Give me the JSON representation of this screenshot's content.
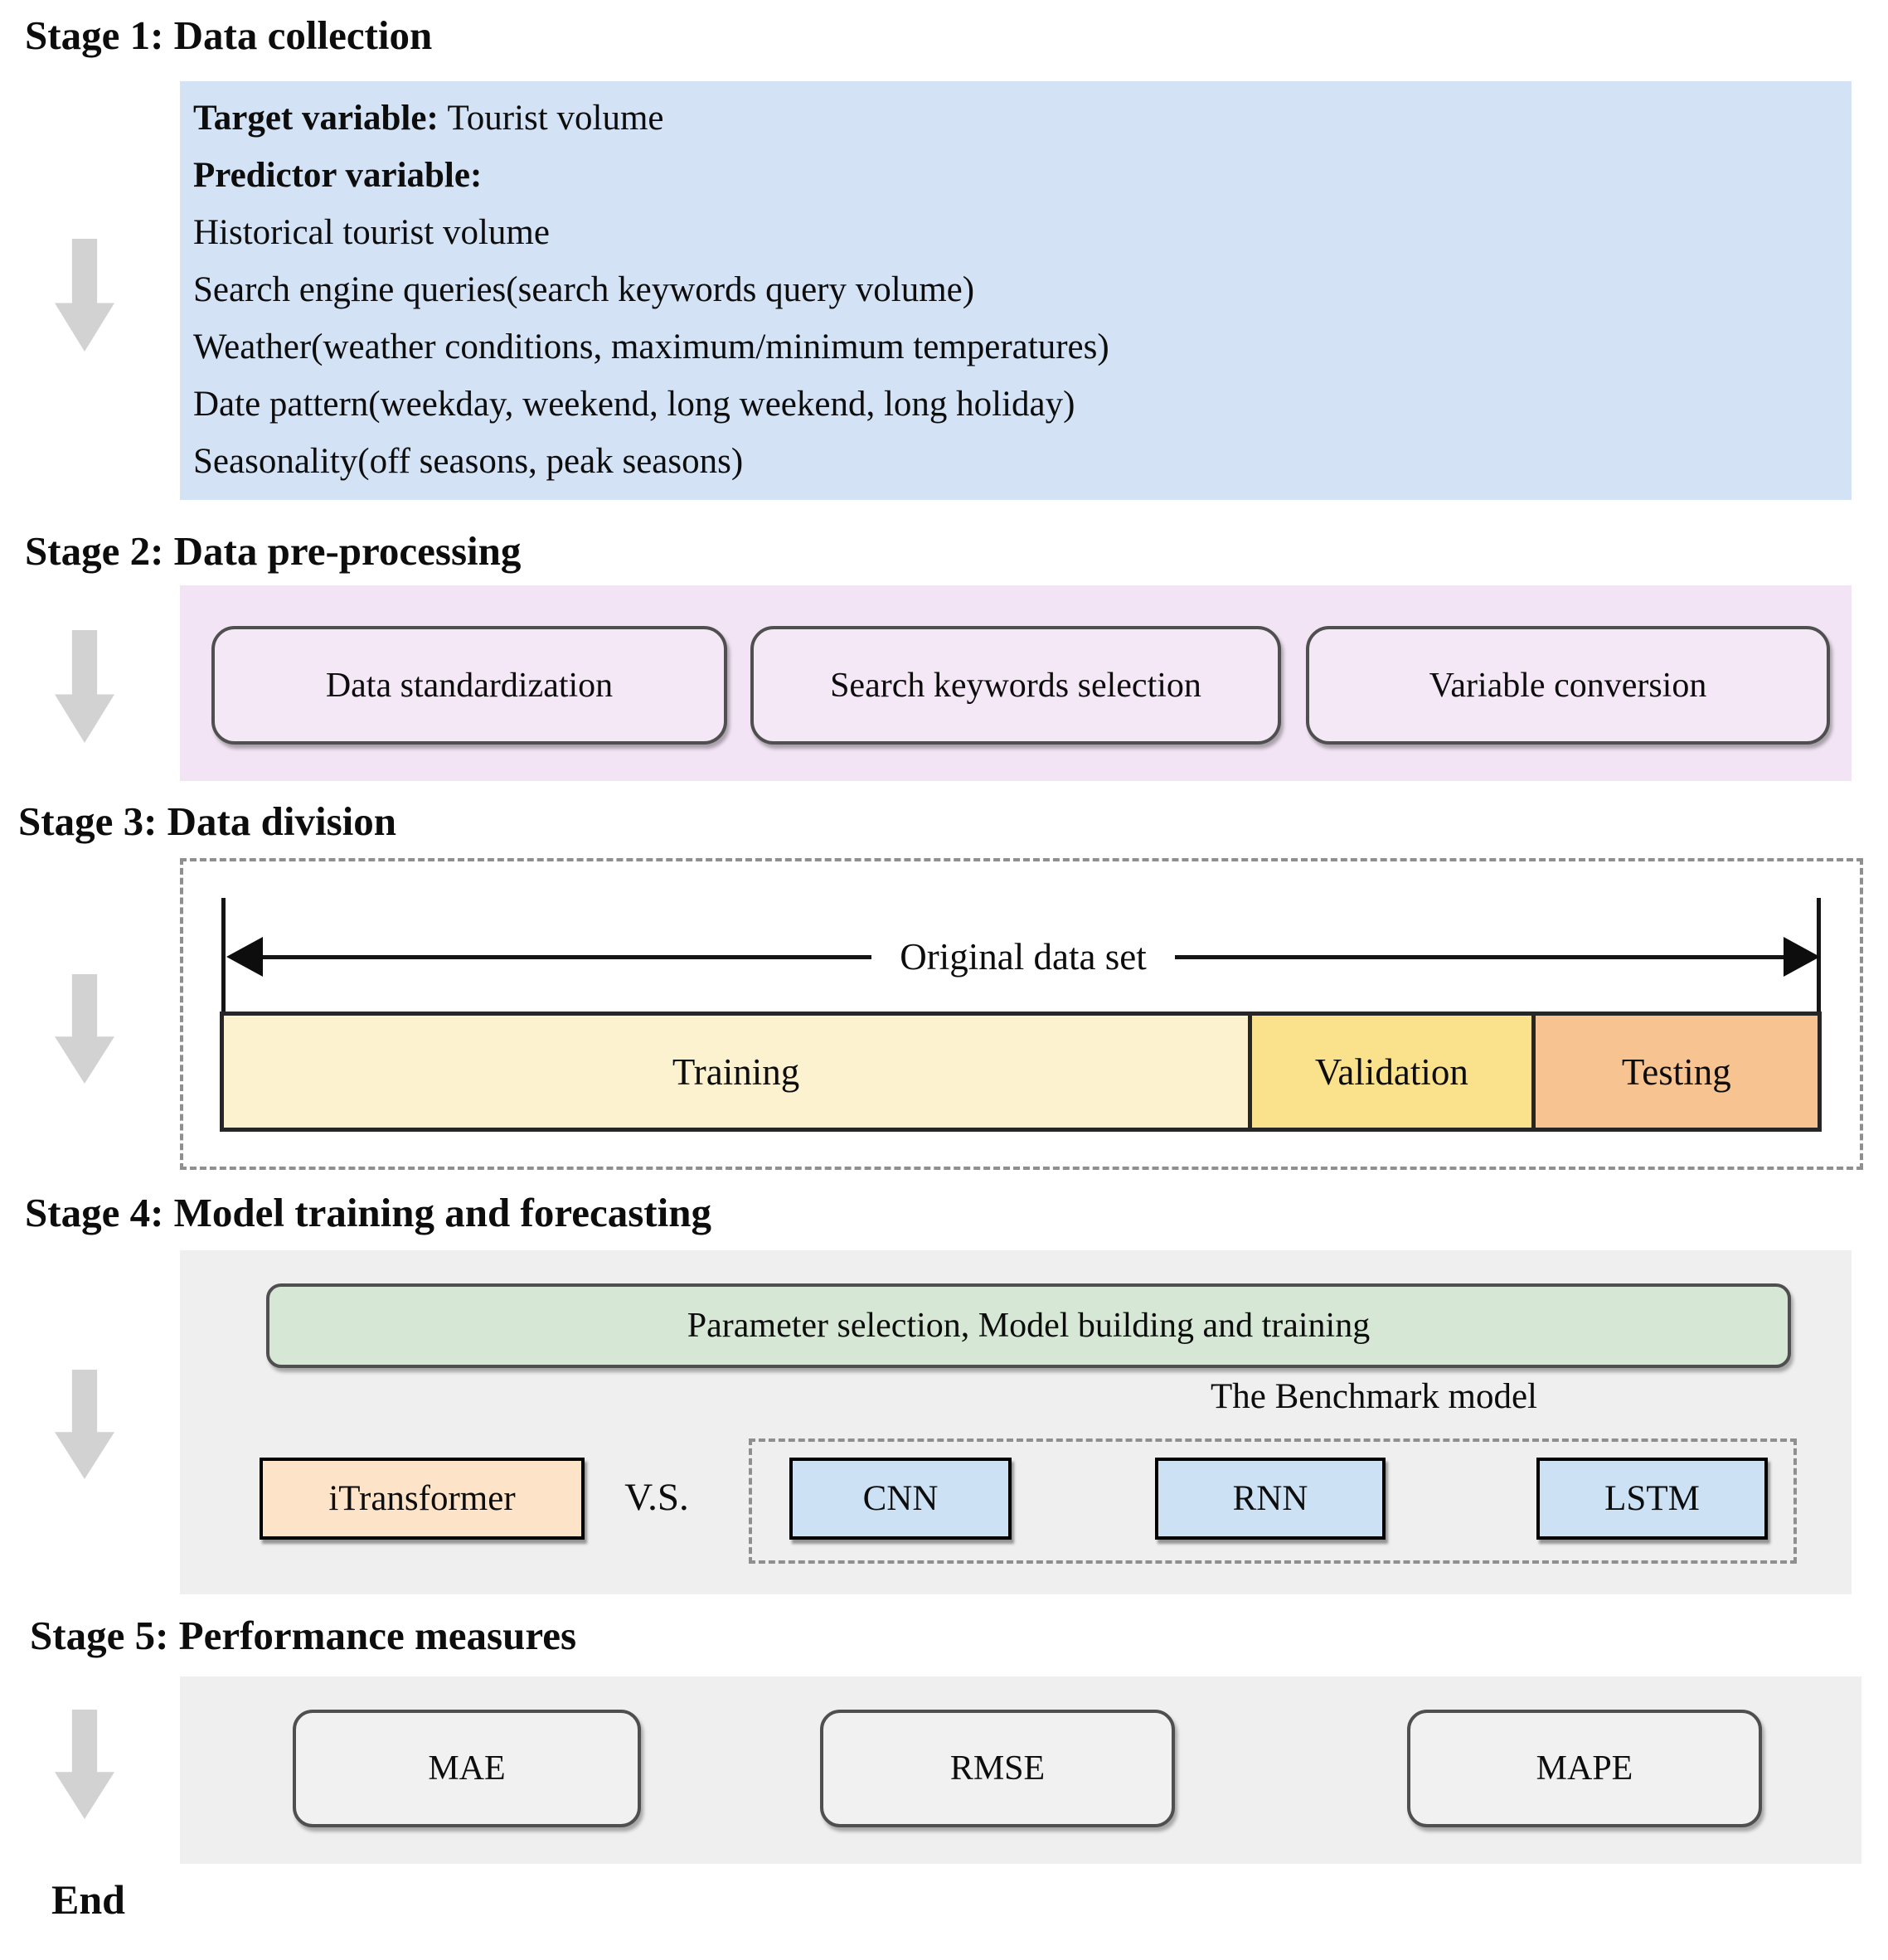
{
  "colors": {
    "stage1_bg": "#d3e2f4",
    "stage2_bg": "#f2e4f4",
    "stage2_box_bg": "#f4e7f6",
    "training": "#fdf2d0",
    "validation": "#fae28c",
    "testing": "#f7c491",
    "stage4_bg": "#efefef",
    "param_box_bg": "#d6e8d5",
    "itransformer_bg": "#fde4c8",
    "benchmark_box_bg": "#cce1f4",
    "stage5_bg": "#efefef",
    "measure_box_bg": "#f1f1f1",
    "flow_arrow_gray": "#d2d2d2"
  },
  "stage1": {
    "title": "Stage 1: Data collection",
    "target_label": "Target variable:",
    "target_value": "Tourist volume",
    "predictor_label": "Predictor variable:",
    "predictors": [
      "Historical tourist volume",
      "Search engine queries(search keywords query volume)",
      "Weather(weather conditions, maximum/minimum temperatures)",
      "Date pattern(weekday, weekend, long weekend, long holiday)",
      "Seasonality(off seasons, peak seasons)"
    ]
  },
  "stage2": {
    "title": "Stage 2: Data pre-processing",
    "boxes": [
      "Data standardization",
      "Search keywords selection",
      "Variable conversion"
    ]
  },
  "stage3": {
    "title": "Stage 3: Data division",
    "arrow_label": "Original data set",
    "segments": [
      {
        "label": "Training",
        "width_pct": 64.6,
        "color": "#fdf2d0"
      },
      {
        "label": "Validation",
        "width_pct": 17.6,
        "color": "#fae28c"
      },
      {
        "label": "Testing",
        "width_pct": 17.8,
        "color": "#f7c491"
      }
    ]
  },
  "stage4": {
    "title": "Stage 4: Model training and forecasting",
    "param_box": "Parameter selection, Model building and training",
    "benchmark_label": "The Benchmark model",
    "proposed_model": "iTransformer",
    "vs_label": "V.S.",
    "benchmarks": [
      "CNN",
      "RNN",
      "LSTM"
    ]
  },
  "stage5": {
    "title": "Stage 5: Performance measures",
    "measures": [
      "MAE",
      "RMSE",
      "MAPE"
    ]
  },
  "end_label": "End"
}
